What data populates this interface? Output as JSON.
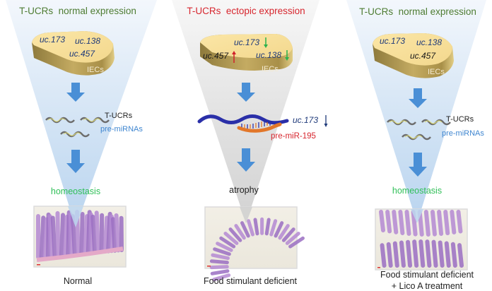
{
  "panels": [
    {
      "id": "normal",
      "title": "T-UCRs  normal expression",
      "title_color": "#4e7c33",
      "funnel_theme": "blue",
      "cell_labels": {
        "uc173": "uc.173",
        "uc138": "uc.138",
        "uc457": "uc.457",
        "cell": "IECs"
      },
      "rna_labels": {
        "tucrs": "T-UCRs",
        "premirnas": "pre-miRNAs"
      },
      "outcome": "homeostasis",
      "outcome_color": "#2fbf57",
      "caption_lines": [
        "Normal"
      ]
    },
    {
      "id": "ectopic",
      "title": "T-UCRs  ectopic expression",
      "title_color": "#d7262e",
      "funnel_theme": "gray",
      "cell_labels": {
        "uc173": "uc.173",
        "uc138": "uc.138",
        "uc457": "uc.457",
        "cell": "IECs"
      },
      "expression_changes": {
        "uc.173": "down",
        "uc.138": "down",
        "uc.457": "up"
      },
      "duplex_labels": {
        "uc173": "uc.173",
        "premir": "pre-miR-195"
      },
      "duplex_uc173_change": "down",
      "outcome": "atrophy",
      "outcome_color": "#222222",
      "caption_lines": [
        "Food stimulant deficient"
      ]
    },
    {
      "id": "treated",
      "title": "T-UCRs  normal expression",
      "title_color": "#4e7c33",
      "funnel_theme": "blue",
      "cell_labels": {
        "uc173": "uc.173",
        "uc138": "uc.138",
        "uc457": "uc.457",
        "cell": "IECs"
      },
      "rna_labels": {
        "tucrs": "T-UCRs",
        "premirnas": "pre-miRNAs"
      },
      "outcome": "homeostasis",
      "outcome_color": "#2fbf57",
      "caption_lines": [
        "Food stimulant deficient",
        "+ Lico A treatment"
      ]
    }
  ],
  "colors": {
    "uc_label": "#1f3a7a",
    "tucrs_label": "#222222",
    "premirna_label": "#3f86d0",
    "premir195_label": "#d7262e",
    "arrow_blue": "#4a8fd6",
    "up_arrow": "#d0202a",
    "down_arrow": "#2bb24c",
    "duplex_down_arrow": "#1f3a7a",
    "cell_top": "#f7df9a",
    "cell_side": "#b59a52",
    "strand_blue": "#2a2fa8",
    "strand_orange": "#e2772a"
  }
}
